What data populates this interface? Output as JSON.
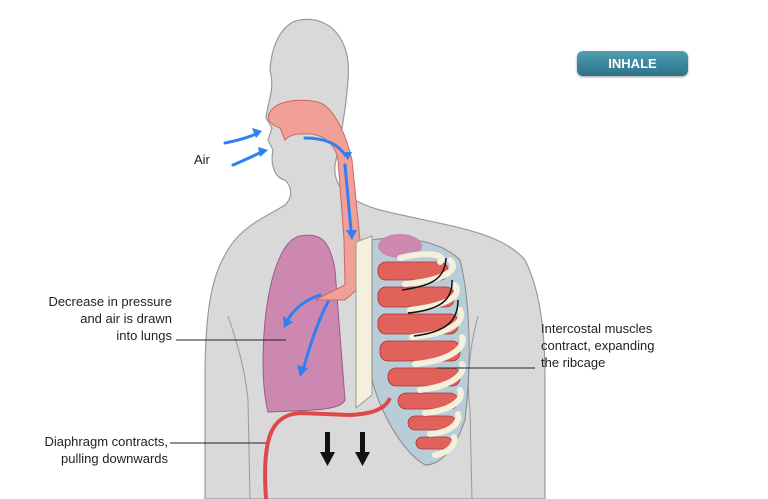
{
  "button": {
    "label": "INHALE"
  },
  "labels": {
    "air": "Air",
    "pressure": [
      "Decrease in pressure",
      "and air is drawn",
      "into lungs"
    ],
    "intercostal": [
      "Intercostal muscles",
      "contract, expanding",
      "the ribcage"
    ],
    "diaphragm": [
      "Diaphragm contracts,",
      "pulling downwards"
    ]
  },
  "colors": {
    "body": "#d9d9d9",
    "airway": "#f0a096",
    "lung": "#cc88b0",
    "muscle": "#e0625a",
    "rib": "#f5f0dc",
    "cartilage": "#b9cdd8",
    "air_arrow": "#2f80f0",
    "button": "#3a8499"
  }
}
